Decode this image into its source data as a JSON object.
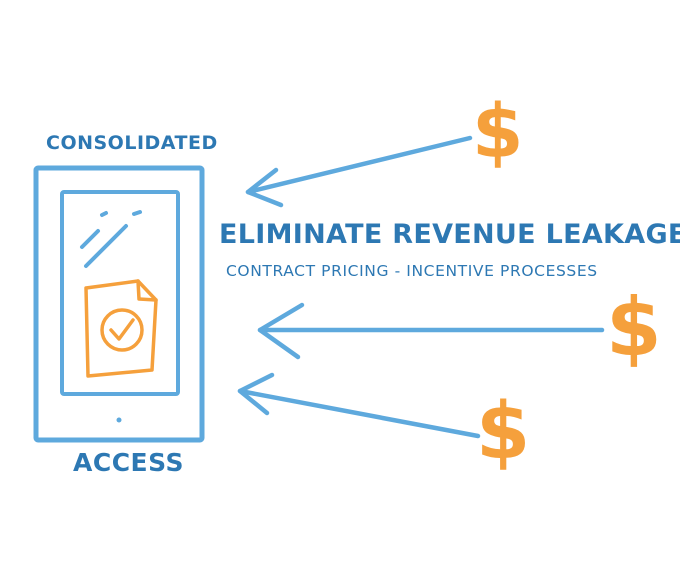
{
  "diagram": {
    "device_top_label": "CONSOLIDATED",
    "device_bottom_label": "ACCESS",
    "headline": "ELIMINATE REVENUE LEAKAGE",
    "subheadline": "CONTRACT PRICING - INCENTIVE PROCESSES",
    "dollar_symbol": "$",
    "colors": {
      "blue": "#5ea9dd",
      "text_blue": "#2d78b3",
      "orange": "#f5a03c"
    },
    "icons": [
      "tablet-icon",
      "document-check-icon",
      "arrow-left-icon",
      "dollar-sign-icon"
    ]
  }
}
